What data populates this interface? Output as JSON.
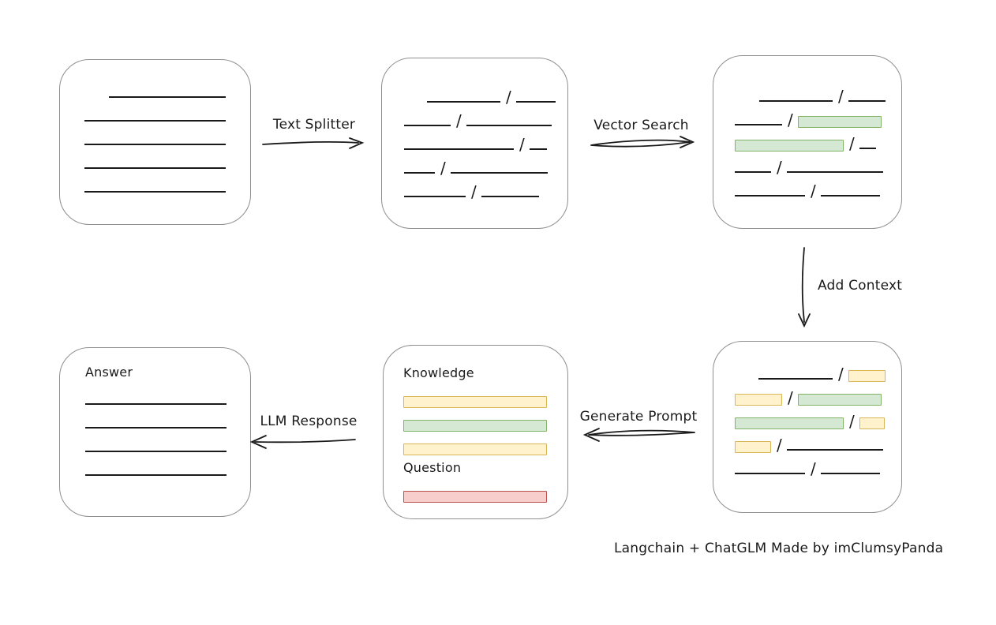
{
  "colors": {
    "ink": "#1a1a1a",
    "box_border": "#8f8f8f",
    "green_fill": "#d5e8d4",
    "green_stroke": "#82b366",
    "yellow_fill": "#fff2cc",
    "yellow_stroke": "#d6b656",
    "red_fill": "#f8cecc",
    "red_stroke": "#b85450"
  },
  "glyphs": {
    "slash": "/"
  },
  "labels": {
    "text_splitter": "Text Splitter",
    "vector_search": "Vector Search",
    "add_context": "Add Context",
    "generate_prompt": "Generate Prompt",
    "llm_response": "LLM Response",
    "caption": "Langchain + ChatGLM Made by imClumsyPanda"
  },
  "box_contents": {
    "document": {
      "description": "source document with plain text lines",
      "rows": [
        {
          "segs": [
            {
              "t": "gap",
              "w": 31
            },
            {
              "t": "line",
              "w": 148
            }
          ]
        },
        {
          "segs": [
            {
              "t": "line",
              "w": 179
            }
          ]
        },
        {
          "segs": [
            {
              "t": "line",
              "w": 179
            }
          ]
        },
        {
          "segs": [
            {
              "t": "line",
              "w": 179
            }
          ]
        },
        {
          "segs": [
            {
              "t": "line",
              "w": 179
            }
          ]
        }
      ]
    },
    "split": {
      "description": "text split into chunks separated by slashes",
      "rows": [
        {
          "segs": [
            {
              "t": "gap",
              "w": 29
            },
            {
              "t": "line",
              "w": 93
            },
            {
              "t": "slash"
            },
            {
              "t": "line",
              "w": 50
            }
          ]
        },
        {
          "segs": [
            {
              "t": "line",
              "w": 59
            },
            {
              "t": "slash"
            },
            {
              "t": "line",
              "w": 108
            }
          ]
        },
        {
          "segs": [
            {
              "t": "line",
              "w": 139
            },
            {
              "t": "slash"
            },
            {
              "t": "line",
              "w": 22
            }
          ]
        },
        {
          "segs": [
            {
              "t": "line",
              "w": 39
            },
            {
              "t": "slash"
            },
            {
              "t": "line",
              "w": 123
            }
          ]
        },
        {
          "segs": [
            {
              "t": "line",
              "w": 78
            },
            {
              "t": "slash"
            },
            {
              "t": "line",
              "w": 73
            }
          ]
        }
      ]
    },
    "retrieved": {
      "description": "chunks with vector-search matches highlighted green",
      "rows": [
        {
          "segs": [
            {
              "t": "gap",
              "w": 31
            },
            {
              "t": "line",
              "w": 93
            },
            {
              "t": "slash"
            },
            {
              "t": "line",
              "w": 47
            }
          ]
        },
        {
          "segs": [
            {
              "t": "line",
              "w": 60
            },
            {
              "t": "slash"
            },
            {
              "t": "bar",
              "c": "green",
              "w": 106
            }
          ]
        },
        {
          "segs": [
            {
              "t": "bar",
              "c": "green",
              "w": 138
            },
            {
              "t": "slash"
            },
            {
              "t": "line",
              "w": 21
            }
          ]
        },
        {
          "segs": [
            {
              "t": "line",
              "w": 46
            },
            {
              "t": "slash"
            },
            {
              "t": "line",
              "w": 122
            }
          ]
        },
        {
          "segs": [
            {
              "t": "line",
              "w": 89
            },
            {
              "t": "slash"
            },
            {
              "t": "line",
              "w": 75
            }
          ]
        }
      ]
    },
    "context": {
      "description": "matched chunks green plus added context chunks yellow",
      "rows": [
        {
          "segs": [
            {
              "t": "gap",
              "w": 30
            },
            {
              "t": "line",
              "w": 94
            },
            {
              "t": "slash"
            },
            {
              "t": "bar",
              "c": "yellow",
              "w": 47
            }
          ]
        },
        {
          "segs": [
            {
              "t": "bar",
              "c": "yellow",
              "w": 60
            },
            {
              "t": "slash"
            },
            {
              "t": "bar",
              "c": "green",
              "w": 106
            }
          ]
        },
        {
          "segs": [
            {
              "t": "bar",
              "c": "green",
              "w": 138
            },
            {
              "t": "slash"
            },
            {
              "t": "bar",
              "c": "yellow",
              "w": 32
            }
          ]
        },
        {
          "segs": [
            {
              "t": "bar",
              "c": "yellow",
              "w": 46
            },
            {
              "t": "slash"
            },
            {
              "t": "line",
              "w": 122
            }
          ]
        },
        {
          "segs": [
            {
              "t": "line",
              "w": 89
            },
            {
              "t": "slash"
            },
            {
              "t": "line",
              "w": 75
            }
          ]
        }
      ]
    },
    "prompt": {
      "description": "prompt assembled from knowledge bars and question bar",
      "rows": [
        {
          "segs": [
            {
              "t": "label",
              "text": "Knowledge"
            }
          ]
        },
        {
          "segs": [
            {
              "t": "bar",
              "c": "yellow",
              "w": 182
            }
          ]
        },
        {
          "segs": [
            {
              "t": "bar",
              "c": "green",
              "w": 182
            }
          ]
        },
        {
          "segs": [
            {
              "t": "bar",
              "c": "yellow",
              "w": 182
            }
          ]
        },
        {
          "segs": [
            {
              "t": "label",
              "text": "Question"
            }
          ]
        },
        {
          "segs": [
            {
              "t": "bar",
              "c": "red",
              "w": 182
            }
          ]
        }
      ]
    },
    "answer": {
      "description": "LLM answer text lines",
      "rows": [
        {
          "segs": [
            {
              "t": "label",
              "text": "Answer"
            }
          ]
        },
        {
          "segs": [
            {
              "t": "line",
              "w": 179
            }
          ]
        },
        {
          "segs": [
            {
              "t": "line",
              "w": 179
            }
          ]
        },
        {
          "segs": [
            {
              "t": "line",
              "w": 179
            }
          ]
        },
        {
          "segs": [
            {
              "t": "line",
              "w": 179
            }
          ]
        }
      ]
    }
  }
}
